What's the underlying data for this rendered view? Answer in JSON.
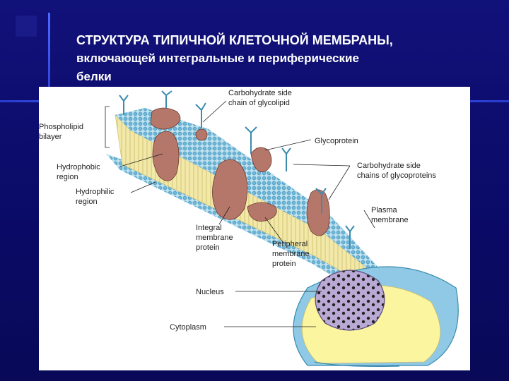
{
  "slide": {
    "title_line1": "СТРУКТУРА ТИПИЧНОЙ КЛЕТОЧНОЙ МЕМБРАНЫ,",
    "title_line2": "включающей интегральные и периферические",
    "title_line3": "белки"
  },
  "diagram": {
    "labels": {
      "carb_glycolipid_1": "Carbohydrate side",
      "carb_glycolipid_2": "chain of glycolipid",
      "phospholipid_1": "Phospholipid",
      "phospholipid_2": "bilayer",
      "glycoprotein": "Glycoprotein",
      "hydrophobic_1": "Hydrophobic",
      "hydrophobic_2": "region",
      "carb_glycoprotein_1": "Carbohydrate side",
      "carb_glycoprotein_2": "chains of glycoproteins",
      "hydrophilic_1": "Hydrophilic",
      "hydrophilic_2": "region",
      "plasma_1": "Plasma",
      "plasma_2": "membrane",
      "integral_1": "Integral",
      "integral_2": "membrane",
      "integral_3": "protein",
      "peripheral_1": "Peripheral",
      "peripheral_2": "membrane",
      "peripheral_3": "protein",
      "nucleus": "Nucleus",
      "cytoplasm": "Cytoplasm"
    },
    "colors": {
      "background": "#0b0b6b",
      "membrane_head": "#6fb6d8",
      "membrane_tail": "#f2e8a8",
      "protein": "#b5776a",
      "cytoplasm": "#fbf5a0",
      "cell_edge": "#8fc9e6",
      "nucleus": "#b9a9d4",
      "carbohydrate": "#3a8cae"
    }
  }
}
